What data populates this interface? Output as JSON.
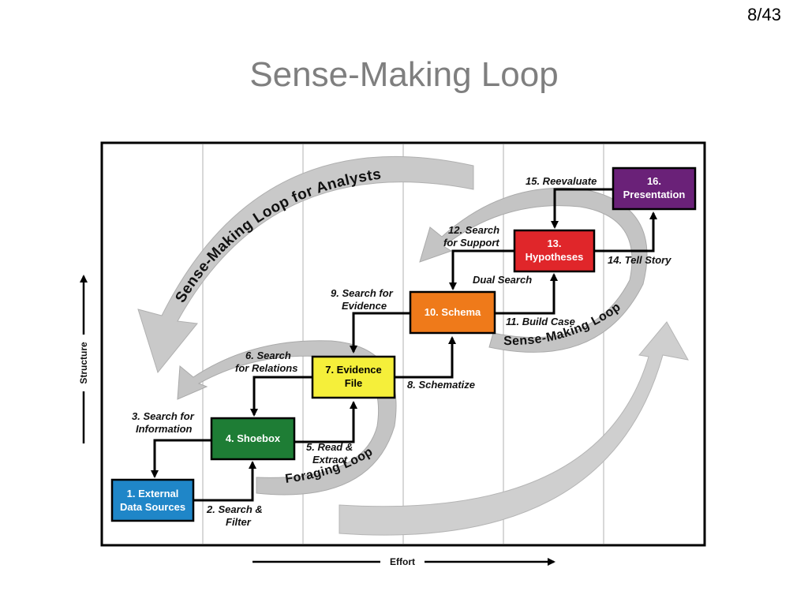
{
  "page_number": "8/43",
  "title": "Sense-Making Loop",
  "diagram": {
    "loops": {
      "outer": "Sense-Making Loop for Analysts",
      "foraging": "Foraging Loop",
      "sensemaking": "Sense-Making Loop"
    },
    "boxes": {
      "b1": {
        "line1": "1. External",
        "line2": "Data Sources",
        "fill": "#1f86c8",
        "text_color": "#ffffff"
      },
      "b4": {
        "line1": "4. Shoebox",
        "line2": "",
        "fill": "#1e7d35",
        "text_color": "#ffffff"
      },
      "b7": {
        "line1": "7. Evidence",
        "line2": "File",
        "fill": "#f5ef3a",
        "text_color": "#000000"
      },
      "b10": {
        "line1": "10. Schema",
        "line2": "",
        "fill": "#ef7a1a",
        "text_color": "#ffffff"
      },
      "b13": {
        "line1": "13.",
        "line2": "Hypotheses",
        "fill": "#e0262a",
        "text_color": "#ffffff"
      },
      "b16": {
        "line1": "16.",
        "line2": "Presentation",
        "fill": "#6a2178",
        "text_color": "#ffffff"
      }
    },
    "labels": {
      "l2": [
        "2. Search &",
        "Filter"
      ],
      "l3": [
        "3. Search for",
        "Information"
      ],
      "l5": [
        "5. Read &",
        "Extract"
      ],
      "l6": [
        "6. Search",
        "for Relations"
      ],
      "l8": [
        "8. Schematize"
      ],
      "l9": [
        "9. Search for",
        "Evidence"
      ],
      "l11": [
        "11. Build Case"
      ],
      "l12": [
        "12. Search",
        "for Support"
      ],
      "l14": [
        "14. Tell Story"
      ],
      "l15": [
        "15. Reevaluate"
      ],
      "dual": "Dual Search"
    },
    "axes": {
      "y": "Structure",
      "x": "Effort"
    },
    "colors": {
      "dual_search": "#e0262a",
      "frame": "#000000",
      "loop_arrow": "#bdbdbd",
      "grid": "#d8d8d8"
    }
  }
}
